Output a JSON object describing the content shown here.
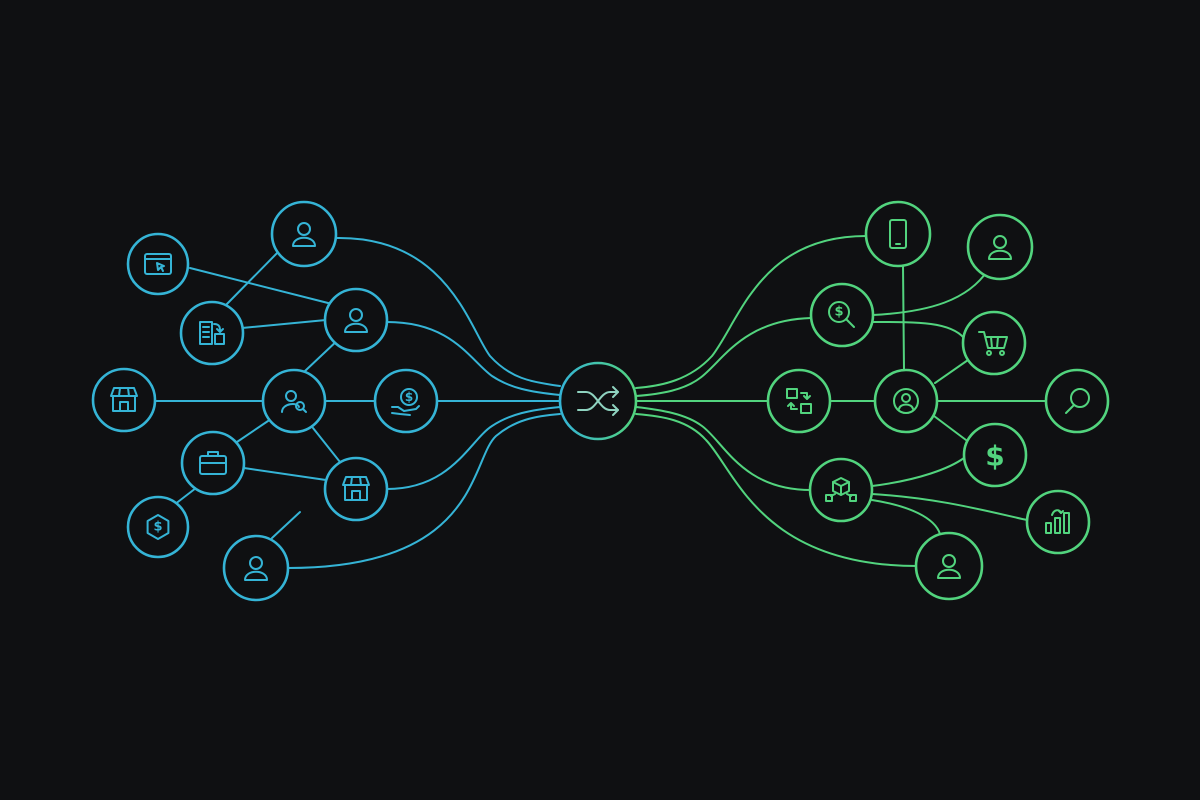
{
  "colors": {
    "background": "#0f1012",
    "left_network": "#35b4d6",
    "right_network": "#52d47e"
  },
  "hub": {
    "icon": "shuffle-icon"
  },
  "left_nodes": [
    {
      "id": "browser",
      "icon": "browser-cursor-icon"
    },
    {
      "id": "user-top",
      "icon": "user-icon"
    },
    {
      "id": "building",
      "icon": "building-transfer-icon"
    },
    {
      "id": "user-mid",
      "icon": "user-icon"
    },
    {
      "id": "storefront",
      "icon": "storefront-icon"
    },
    {
      "id": "user-search",
      "icon": "user-search-icon"
    },
    {
      "id": "hand-dollar",
      "icon": "hand-dollar-icon"
    },
    {
      "id": "briefcase",
      "icon": "briefcase-icon"
    },
    {
      "id": "shop",
      "icon": "storefront-icon"
    },
    {
      "id": "hex-dollar",
      "icon": "hexagon-dollar-icon",
      "glyph_text": "$"
    },
    {
      "id": "user-bottom",
      "icon": "user-icon"
    }
  ],
  "right_nodes": [
    {
      "id": "phone",
      "icon": "smartphone-icon"
    },
    {
      "id": "user-top",
      "icon": "user-icon"
    },
    {
      "id": "dollar-search",
      "icon": "dollar-search-icon",
      "glyph_text": "$"
    },
    {
      "id": "cart",
      "icon": "shopping-cart-icon"
    },
    {
      "id": "exchange",
      "icon": "exchange-icon"
    },
    {
      "id": "user-circle",
      "icon": "user-circle-icon"
    },
    {
      "id": "search",
      "icon": "search-icon"
    },
    {
      "id": "dollar",
      "icon": "dollar-icon",
      "glyph_text": "$"
    },
    {
      "id": "boxes",
      "icon": "boxes-network-icon"
    },
    {
      "id": "bar-chart",
      "icon": "bar-chart-icon"
    },
    {
      "id": "user-bottom",
      "icon": "user-icon"
    }
  ]
}
